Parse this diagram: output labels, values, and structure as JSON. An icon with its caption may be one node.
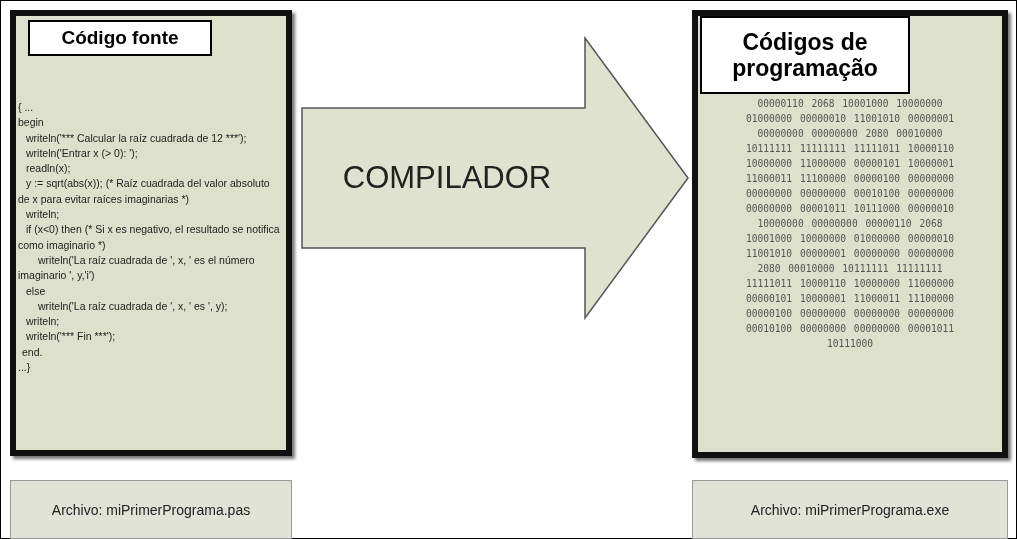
{
  "diagram": {
    "nodes": [
      {
        "text": [
          "Código fonte",
          "{ ...",
          "begin",
          "writeln('*** Calcular la raíz cuadrada de 12 ***');",
          "writeln('Entrar x (> 0): ');",
          "readln(x);",
          "y := sqrt(abs(x)); (* Raíz cuadrada del valor absoluto de x para evitar raíces imaginarias *)",
          "writeln;",
          "if (x<0) then (* Si x es negativo, el resultado se notifica como imaginario *)",
          "writeln('La raíz cuadrada de ', x, ' es el número imaginario ', y,'i')",
          "else",
          "writeln('La raíz cuadrada de ', x, ' es ', y);",
          "writeln;",
          "writeln('*** Fin ***');",
          "end.",
          "...}"
        ]
      },
      {
        "text": [
          "Códigos de programação",
          "00000110 2068 10001000 10000000 01000000 00000010 11001010 00000001 00000000 00000000 2080 00010000 10111111 11111111 11111011 10000110 10000000 11000000 00000101 10000001 11000011 11100000 00000100 00000000 00000000 00000000 00010100 00000000 00000000 00001011 10111000 00000010 10000000 00000000 00000110 2068 10001000 10000000 01000000 00000010 11001010 00000001 00000000 00000000 2080 00010000 10111111 11111111 11111011 10000110 10000000 11000000 00000101 10000001 11000011 11100000 00000100 00000000 00000000 00000000 00010100 00000000 00000000 00001011 10111000"
        ]
      },
      {
        "text": [
          "Archivo: miPrimerPrograma.pas"
        ]
      },
      {
        "text": [
          "Archivo: miPrimerPrograma.exe"
        ]
      }
    ],
    "edges": [
      {
        "from": 0,
        "to": 1,
        "arrow": "to",
        "label": "COMPILADOR",
        "style": "thick"
      }
    ]
  }
}
